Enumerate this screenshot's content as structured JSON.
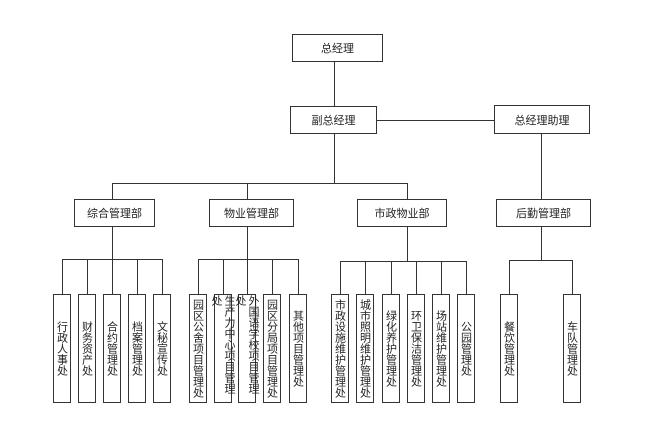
{
  "chart_data": {
    "type": "org-chart",
    "root": {
      "name": "总经理",
      "children": [
        {
          "name": "副总经理",
          "peer": "总经理助理",
          "departments": [
            {
              "name": "综合管理部",
              "units": [
                "行政人事处",
                "财务资产处",
                "合约管理处",
                "档案管理处",
                "文秘宣传处"
              ]
            },
            {
              "name": "物业管理部",
              "units": [
                "园区公舍项目管理处",
                "生产力中心项目管理处",
                "外国语学校项目管理处",
                "园区分局项目管理处",
                "其他项目管理处"
              ]
            },
            {
              "name": "市政物业部",
              "units": [
                "市政设施维护管理处",
                "城市照明维护管理处",
                "绿化养护管理处",
                "环卫保洁管理处",
                "场站维护管理处",
                "公园管理处"
              ]
            }
          ]
        },
        {
          "name": "总经理助理",
          "departments": [
            {
              "name": "后勤管理部",
              "units": [
                "餐饮管理处",
                "车队管理处"
              ]
            }
          ]
        }
      ]
    }
  },
  "nodes": {
    "gm": "总经理",
    "deputy": "副总经理",
    "assistant": "总经理助理",
    "dept0": "综合管理部",
    "dept1": "物业管理部",
    "dept2": "市政物业部",
    "dept3": "后勤管理部"
  },
  "units": {
    "d0": [
      "行政人事处",
      "财务资产处",
      "合约管理处",
      "档案管理处",
      "文秘宣传处"
    ],
    "d1": [
      "园区公舍项目管理处",
      "生产力中心项目管理处",
      "外国语学校项目管理处",
      "园区分局项目管理处",
      "其他项目管理处"
    ],
    "d2": [
      "市政设施维护管理处",
      "城市照明维护管理处",
      "绿化养护管理处",
      "环卫保洁管理处",
      "场站维护管理处",
      "公园管理处"
    ],
    "d3": [
      "餐饮管理处",
      "车队管理处"
    ]
  }
}
